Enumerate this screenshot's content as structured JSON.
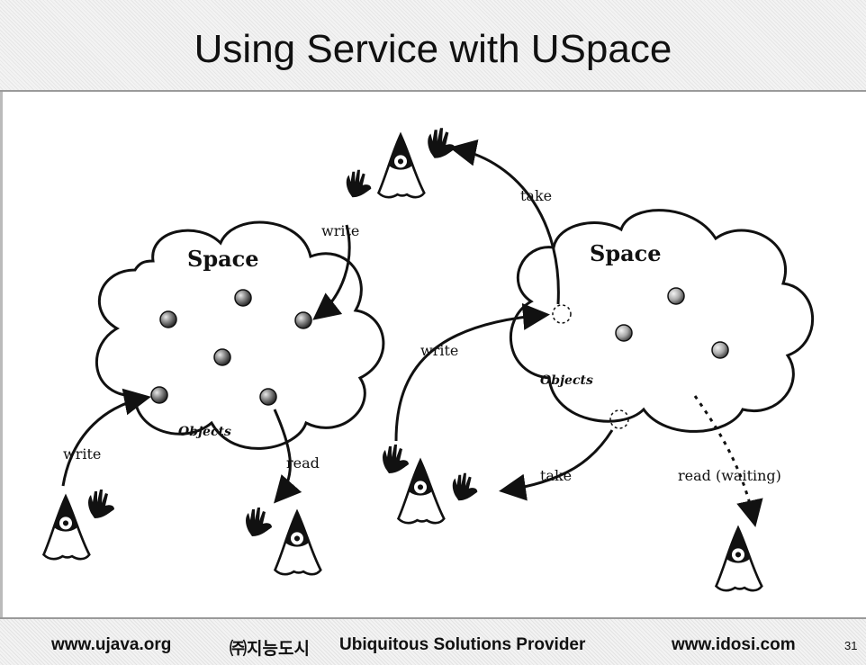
{
  "slide": {
    "title": "Using Service with USpace"
  },
  "diagram": {
    "space_left_label": "Space",
    "space_right_label": "Space",
    "objects_left_label": "Objects",
    "objects_right_label": "Objects",
    "edge_labels": {
      "write_top": "write",
      "take_top": "take",
      "write_bottom_left": "write",
      "read_bottom_left": "read",
      "write_middle": "write",
      "take_bottom_right": "take",
      "read_waiting": "read (waiting)"
    }
  },
  "footer": {
    "left_url": "www.ujava.org",
    "brand": "㈜지능도시",
    "tagline": "Ubiquitous Solutions Provider",
    "right_url": "www.idosi.com",
    "page_number": "31"
  }
}
